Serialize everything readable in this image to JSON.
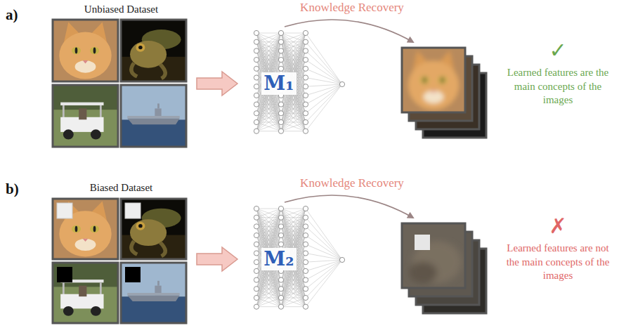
{
  "diagram": {
    "nodes": [
      {
        "text": [
          "Unbiased Dataset"
        ]
      },
      {
        "text": [
          "M₁"
        ]
      },
      {
        "text": [
          "Biased Dataset"
        ]
      },
      {
        "text": [
          "M₂"
        ]
      }
    ],
    "edges": [
      {
        "from": 0,
        "to": 1,
        "arrow": "to"
      },
      {
        "from": 2,
        "to": 3,
        "arrow": "to"
      }
    ],
    "labels": [
      "a)",
      "Knowledge Recovery",
      "✓",
      "Learned features are the main concepts of the images",
      "b)",
      "Knowledge Recovery",
      "✗",
      "Learned features are not the main concepts of the images"
    ]
  }
}
